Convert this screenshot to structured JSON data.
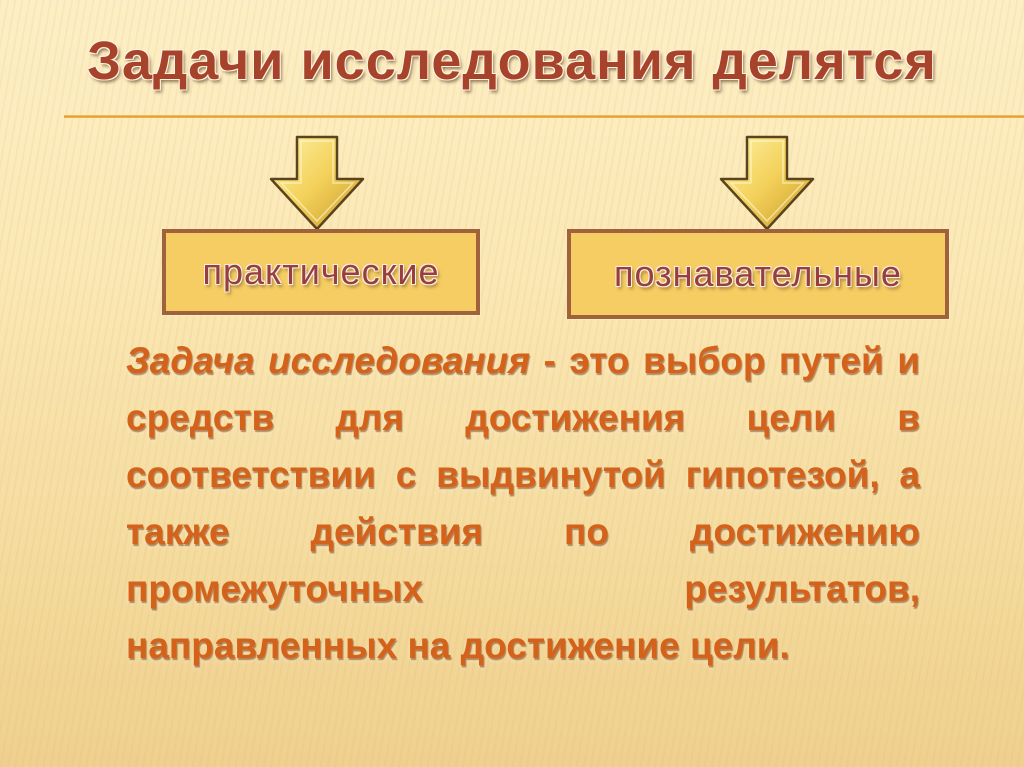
{
  "slide": {
    "title": "Задачи исследования делятся",
    "arrows": [
      {
        "icon": "arrow-down-icon",
        "color": "#f3d15a"
      },
      {
        "icon": "arrow-down-icon",
        "color": "#f3d15a"
      }
    ],
    "categories": [
      {
        "label": "практические"
      },
      {
        "label": "познавательные"
      }
    ],
    "definition": {
      "term": "Задача исследования",
      "lines": [
        " - это выбор путей и",
        "средств для достижения цели в",
        "соответствии с выдвинутой гипотезой, а",
        "также действия по достижению",
        "промежуточных результатов,",
        "направленных на достижение цели."
      ]
    },
    "colors": {
      "title": "#a8432b",
      "box_fill": "#f6cd62",
      "box_border": "#a0623d",
      "box_text": "#9a3d3d",
      "body_text": "#d4621b",
      "rule": "#e19a2a"
    }
  }
}
